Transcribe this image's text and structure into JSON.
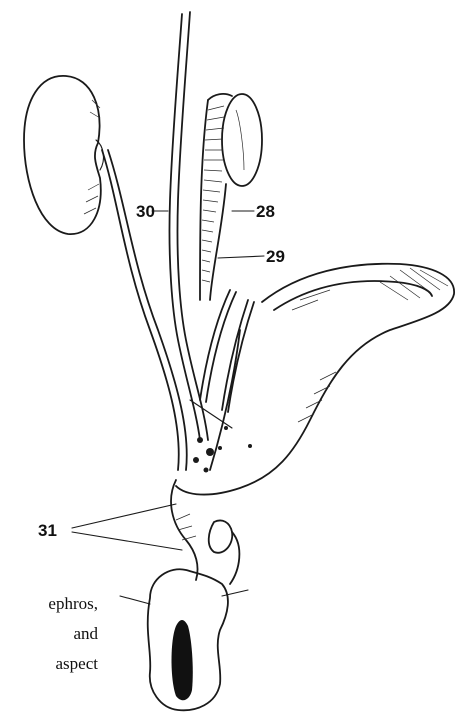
{
  "labels": {
    "l28": "28",
    "l29": "29",
    "l30": "30",
    "l31": "31"
  },
  "caption": {
    "line1": "ephros,",
    "line2": "and",
    "line3": "aspect"
  }
}
